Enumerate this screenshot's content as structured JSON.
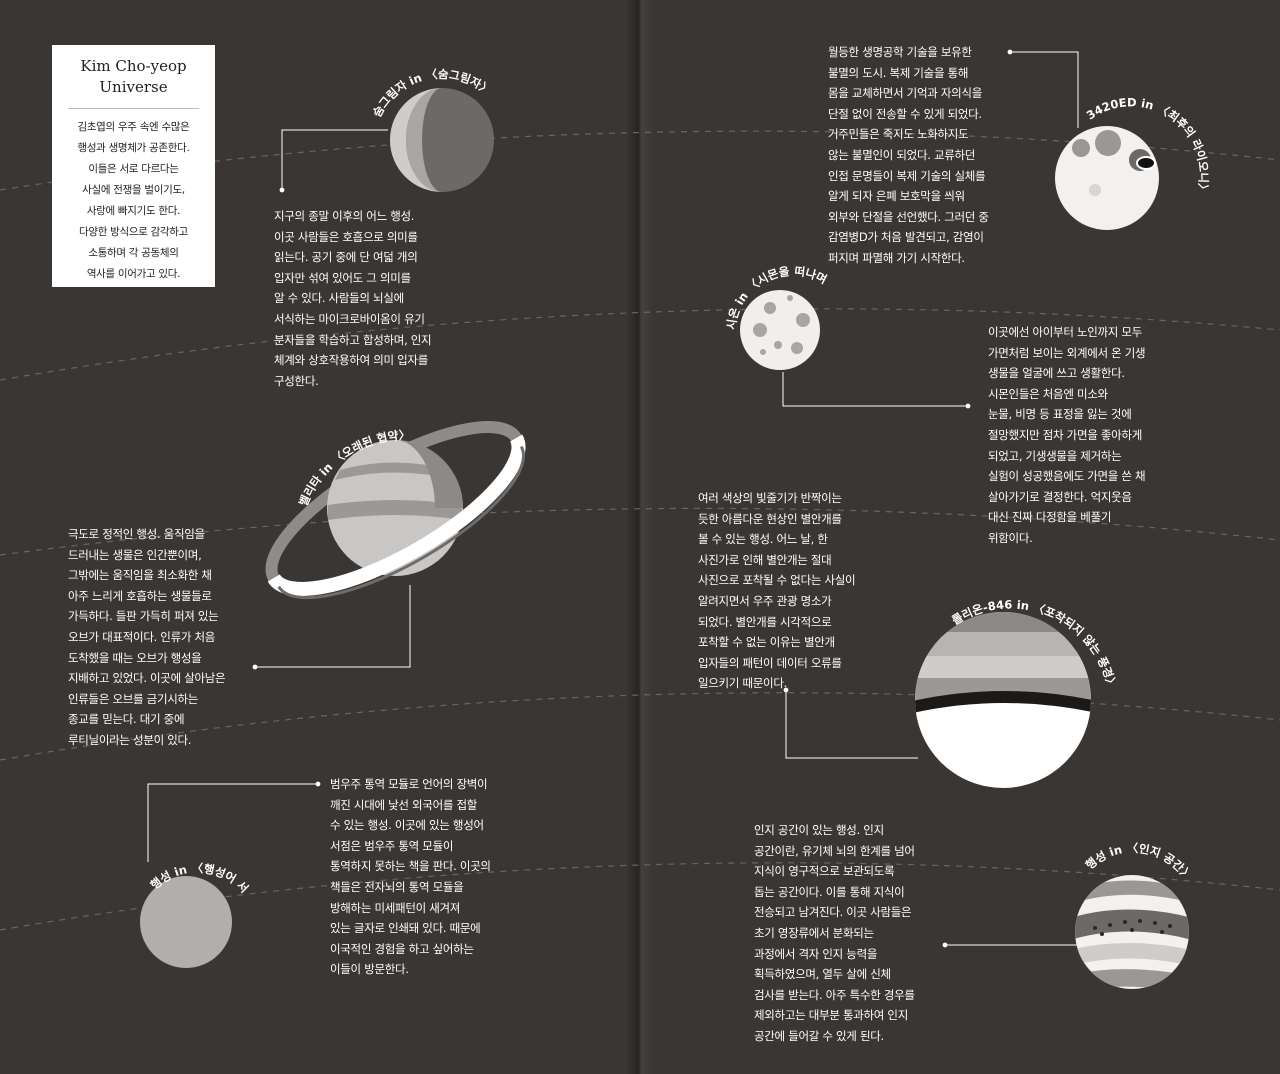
{
  "title": {
    "name": "Kim Cho-yeop",
    "sub": "Universe"
  },
  "intro": [
    "김초엽의 우주 속엔 수많은",
    "행성과 생명체가 공존한다.",
    "이들은 서로 다르다는",
    "사실에 전쟁을 벌이기도,",
    "사랑에 빠지기도 한다.",
    "다양한 방식으로 감각하고",
    "소통하며 각 공동체의",
    "역사를 이어가고 있다."
  ],
  "planets": {
    "sumgrimja": {
      "label": "숨그림자 in 〈숨그림자〉",
      "text": [
        "지구의 종말 이후의 어느 행성.",
        "이곳 사람들은 호흡으로 의미를",
        "읽는다. 공기 중에 단 여덟 개의",
        "입자만 섞여 있어도 그 의미를",
        "알 수 있다. 사람들의 뇌실에",
        "서식하는 마이크로바이옴이 유기",
        "분자들을 학습하고 합성하며, 인지",
        "체계와 상호작용하여 의미 입자를",
        "구성한다."
      ]
    },
    "verita": {
      "label": "벨리타 in 〈오래된 협약〉",
      "text": [
        "극도로 정적인 행성. 움직임을",
        "드러내는 생물은 인간뿐이며,",
        "그밖에는 움직임을 최소화한 채",
        "아주 느리게 호흡하는 생물들로",
        "가득하다. 들판 가득히 퍼져 있는",
        "오브가 대표적이다. 인류가 처음",
        "도착했을 때는 오브가 행성을",
        "지배하고 있었다. 이곳에 살아남은",
        "인류들은 오브를 금기시하는",
        "종교를 믿는다. 대기 중에",
        "루티닐이라는 성분이 있다."
      ]
    },
    "bookstore": {
      "label": "행성 in 〈행성어 서점〉",
      "text": [
        "범우주 통역 모듈로 언어의 장벽이",
        "깨진 시대에 낯선 외국어를 접할",
        "수 있는 행성. 이곳에 있는 행성어",
        "서점은 범우주 통역 모듈이",
        "통역하지 못하는 책을 판다. 이곳의",
        "책들은 전자뇌의 통역 모듈을",
        "방해하는 미세패턴이 새겨져",
        "있는 글자로 인쇄돼 있다. 때문에",
        "이국적인 경험을 하고 싶어하는",
        "이들이 방문한다."
      ]
    },
    "ed3420": {
      "label": "3420ED in 〈최후의 라이오니〉",
      "text": [
        "월등한 생명공학 기술을 보유한",
        "불멸의 도시. 복제 기술을 통해",
        "몸을 교체하면서 기억과 자의식을",
        "단절 없이 전송할 수 있게 되었다.",
        "거주민들은 죽지도 노화하지도",
        "않는 불멸인이 되었다. 교류하던",
        "인접 문명들이 복제 기술의 실체를",
        "알게 되자 은폐 보호막을 씌워",
        "외부와 단절을 선언했다. 그러던 중",
        "감염병D가 처음 발견되고, 감염이",
        "퍼지며 파멸해 가기 시작한다."
      ]
    },
    "sion": {
      "label": "시온 in 〈시몬을 떠나며〉",
      "text": [
        "이곳에선 아이부터 노인까지 모두",
        "가면처럼 보이는 외계에서 온 기생",
        "생물을 얼굴에 쓰고 생활한다.",
        "시몬인들은 처음엔 미소와",
        "눈물, 비명 등 표정을 잃는 것에",
        "절망했지만 점차 가면을 좋아하게",
        "되었고, 기생생물을 제거하는",
        "실험이 성공했음에도 가면을 쓴 채",
        "살아가기로 결정한다. 억지웃음",
        "대신 진짜 다정함을 베풀기",
        "위함이다."
      ]
    },
    "rollion": {
      "label": "롤리온-846 in 〈포착되지 않는 풍경〉",
      "text": [
        "여러 색상의 빛줄기가 반짝이는",
        "듯한 아름다운 현상인 별안개를",
        "볼 수 있는 행성. 어느 날, 한",
        "사진가로 인해 별안개는 절대",
        "사진으로 포착될 수 없다는 사실이",
        "알려지면서 우주 관광 명소가",
        "되었다. 별안개를 시각적으로",
        "포착할 수 없는 이유는 별안개",
        "입자들의 패턴이 데이터 오류를",
        "일으키기 때문이다."
      ]
    },
    "cognition": {
      "label": "행성 in 〈인지 공간〉",
      "text": [
        "인지 공간이 있는 행성. 인지",
        "공간이란, 유기체 뇌의 한계를 넘어",
        "지식이 영구적으로 보관되도록",
        "돕는 공간이다. 이를 통해 지식이",
        "전승되고 남겨진다. 이곳 사람들은",
        "초기 영장류에서 분화되는",
        "과정에서 격자 인지 능력을",
        "획득하였으며, 열두 살에 신체",
        "검사를 받는다. 아주 특수한 경우를",
        "제외하고는 대부분 통과하여 인지",
        "공간에 들어갈 수 있게 된다."
      ]
    }
  }
}
